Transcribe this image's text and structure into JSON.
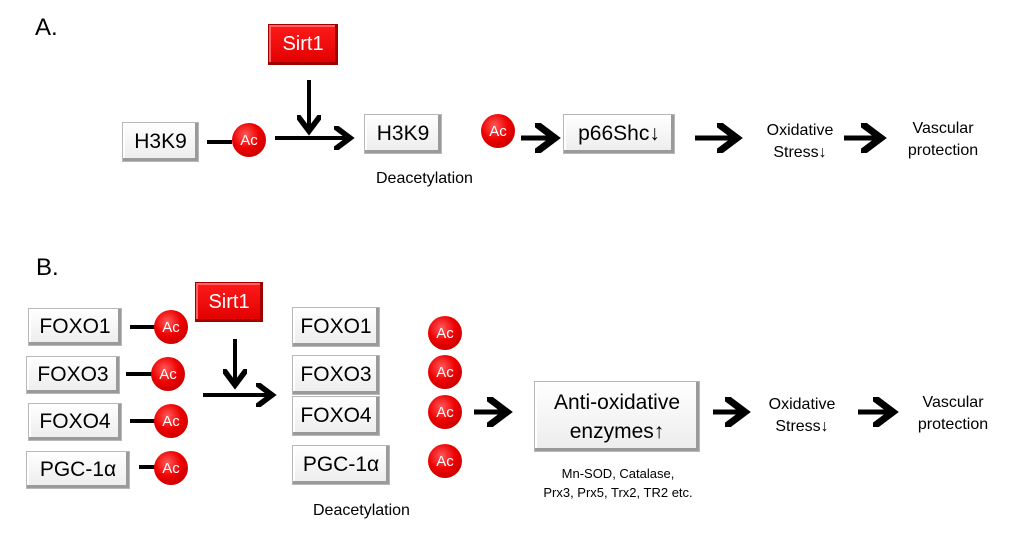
{
  "panel_a": {
    "label": "A.",
    "regulator": "Sirt1",
    "substrate": "H3K9",
    "acetyl_group": "Ac",
    "process_label": "Deacetylation",
    "product": "H3K9",
    "target": "p66Shc↓",
    "outcome_1": [
      "Oxidative",
      "Stress↓"
    ],
    "outcome_2": [
      "Vascular",
      "protection"
    ]
  },
  "panel_b": {
    "label": "B.",
    "regulator": "Sirt1",
    "acetyl_group": "Ac",
    "substrates": [
      "FOXO1",
      "FOXO3",
      "FOXO4",
      "PGC-1α"
    ],
    "products": [
      "FOXO1",
      "FOXO3",
      "FOXO4",
      "PGC-1α"
    ],
    "process_label": "Deacetylation",
    "target": [
      "Anti-oxidative",
      "enzymes↑"
    ],
    "target_examples": [
      "Mn-SOD, Catalase,",
      "Prx3, Prx5, Trx2, TR2 etc."
    ],
    "outcome_1": [
      "Oxidative",
      "Stress↓"
    ],
    "outcome_2": [
      "Vascular",
      "protection"
    ]
  }
}
